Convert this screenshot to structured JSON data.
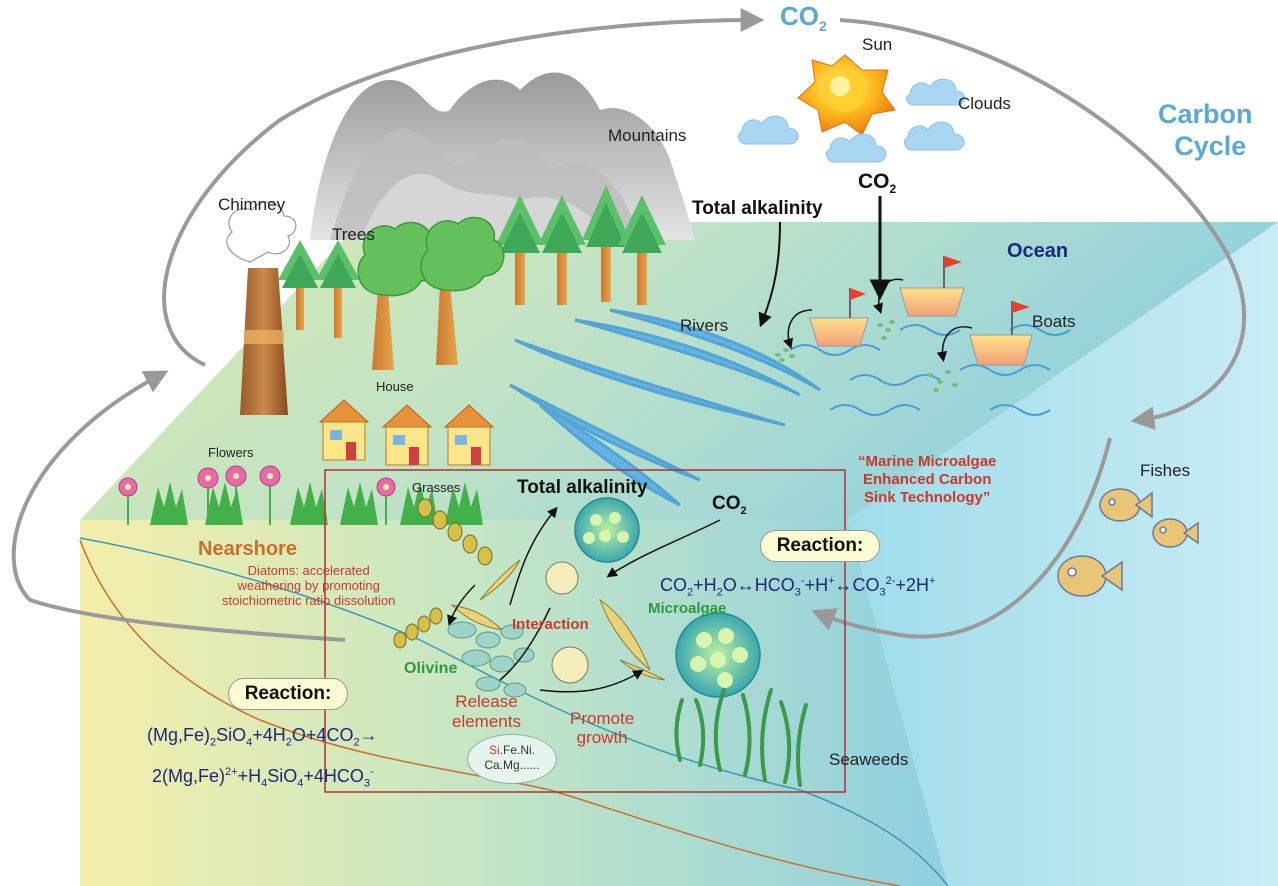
{
  "title": {
    "line1": "Carbon",
    "line2": "Cycle"
  },
  "labels": {
    "co2_top": "CO",
    "co2_mid": "CO",
    "co2_box": "CO",
    "sun": "Sun",
    "clouds": "Clouds",
    "mountains": "Mountains",
    "chimney": "Chimney",
    "trees": "Trees",
    "total_alkalinity_top": "Total alkalinity",
    "ocean": "Ocean",
    "rivers": "Rivers",
    "boats": "Boats",
    "house": "House",
    "flowers": "Flowers",
    "grasses": "Grasses",
    "fishes": "Fishes",
    "technology": [
      "“Marine Microalgae",
      "Enhanced Carbon",
      "Sink Technology”"
    ],
    "total_alkalinity_box": "Total alkalinity",
    "nearshore": "Nearshore",
    "diatoms": [
      "Diatoms: accelerated",
      "weathering by promoting",
      "stoichiometric ratio dissolution"
    ],
    "interaction": "Interaction",
    "microalgae": "Microalgae",
    "olivine": "Olivine",
    "release_elements": [
      "Release",
      "elements"
    ],
    "promote_growth": [
      "Promote",
      "growth"
    ],
    "seaweeds": "Seaweeds",
    "reaction_right": "Reaction:",
    "reaction_left": "Reaction:",
    "elements_line1_si": "Si",
    "elements_line1_rest": ".Fe.Ni.",
    "elements_line2": "Ca.Mg......"
  },
  "colors": {
    "accent_blue": "#58a9d4",
    "red_text": "#c8392b",
    "green_text": "#2e9a3f",
    "navy_text": "#1a2a80",
    "box_outline": "#b03030"
  }
}
